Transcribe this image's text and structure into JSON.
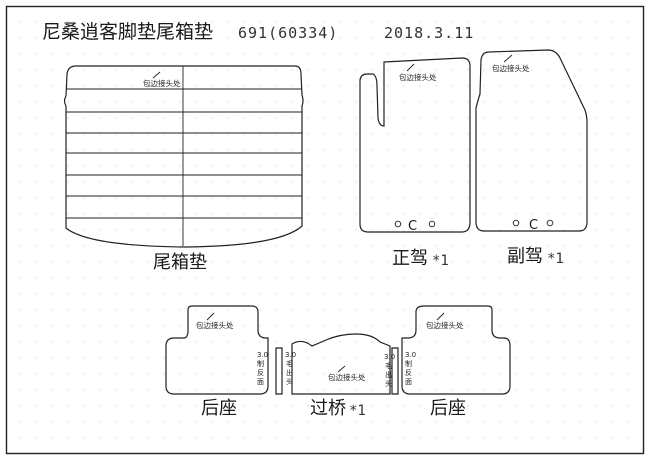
{
  "header": {
    "title": "尼桑逍客脚垫尾箱垫",
    "model_code": "691(60334)",
    "date": "2018.3.11"
  },
  "seam_note": "包边接头处",
  "pieces": {
    "trunk": {
      "label": "尾箱垫"
    },
    "driver": {
      "label": "正驾",
      "qty": "*1",
      "clip_letter": "C"
    },
    "passenger": {
      "label": "副驾",
      "qty": "*1",
      "clip_letter": "C"
    },
    "rear_left": {
      "label": "后座",
      "size": "3.0",
      "text_lines": [
        "制",
        "反",
        "面"
      ]
    },
    "bridge": {
      "label": "过桥",
      "qty": "*1",
      "left_size": "3.0",
      "left_lines": [
        "毛",
        "出",
        "头"
      ],
      "right_size": "3.0",
      "right_lines": [
        "毛",
        "出",
        "头"
      ]
    },
    "rear_right": {
      "label": "后座",
      "size": "3.0",
      "text_lines": [
        "制",
        "反",
        "面"
      ]
    }
  }
}
